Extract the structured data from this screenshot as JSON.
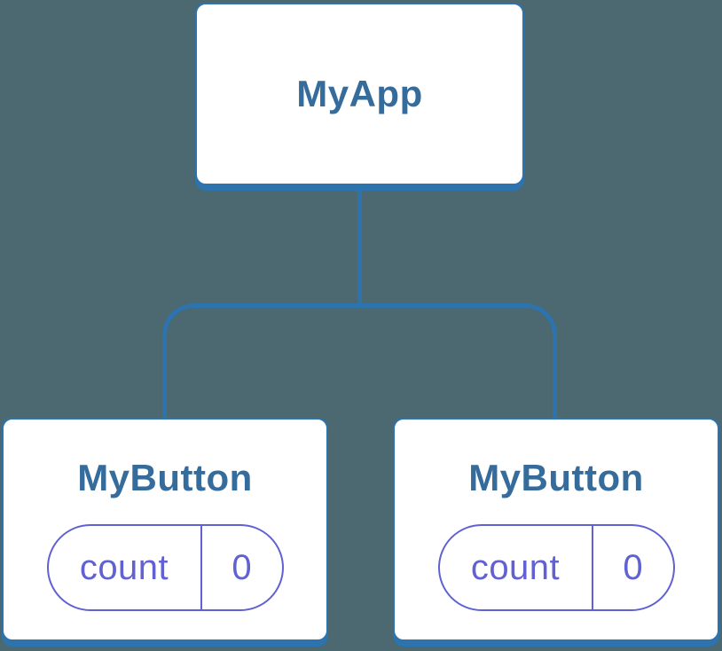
{
  "diagram": {
    "root": {
      "label": "MyApp"
    },
    "children": [
      {
        "label": "MyButton",
        "state": {
          "key": "count",
          "value": "0"
        }
      },
      {
        "label": "MyButton",
        "state": {
          "key": "count",
          "value": "0"
        }
      }
    ]
  },
  "colors": {
    "background": "#4c6871",
    "node_fill": "#ffffff",
    "node_border": "#2d73ad",
    "node_title": "#356c9c",
    "state_accent": "#6161d4"
  }
}
